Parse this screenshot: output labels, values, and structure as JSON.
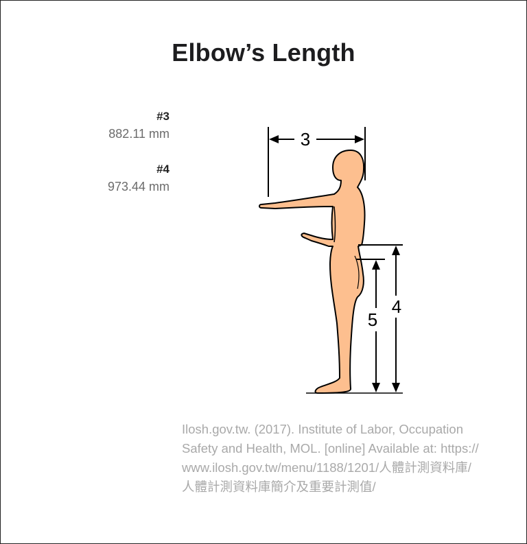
{
  "title": "Elbow’s Length",
  "measurements": [
    {
      "label": "#3",
      "value": "882.11 mm"
    },
    {
      "label": "#4",
      "value": "973.44 mm"
    }
  ],
  "figure": {
    "dimension_labels": [
      "3",
      "4",
      "5"
    ],
    "skin_color": "#fdbf8f",
    "outline_color": "#000000"
  },
  "citation": {
    "lines": [
      "Ilosh.gov.tw. (2017). Institute of Labor, Occupation",
      "Safety and Health, MOL. [online] Available at: https://",
      "www.ilosh.gov.tw/menu/1188/1201/人體計測資料庫/",
      "人體計測資料庫簡介及重要計測值/"
    ]
  }
}
